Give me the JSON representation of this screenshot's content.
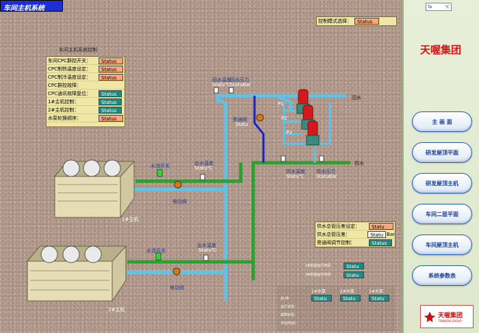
{
  "app": {
    "title": "车间主机系统"
  },
  "mode": {
    "label": "控制模式选择：",
    "value": "Status"
  },
  "control_panel": {
    "title": "车间主机系统控制",
    "rows": [
      {
        "label": "车间CPC群控开关：",
        "value": "Status",
        "style": "orange"
      },
      {
        "label": "CPC制热温度设定：",
        "value": "Status",
        "style": "orange"
      },
      {
        "label": "CPC制冷温度设定：",
        "value": "Status",
        "style": "orange"
      },
      {
        "label": "CPC群控故障：",
        "value": "",
        "style": "none"
      },
      {
        "label": "CPC通讯故障复位：",
        "value": "Status",
        "style": "teal"
      },
      {
        "label": "1#主机控制：",
        "value": "Status",
        "style": "teal"
      },
      {
        "label": "2#主机控制：",
        "value": "Status",
        "style": "teal"
      },
      {
        "label": "水泵轮换顺序：",
        "value": "Status",
        "style": "orange"
      }
    ]
  },
  "pipe_labels": {
    "return_temp": "回水温度",
    "return_pressure": "回水压力",
    "bypass_valve": "旁通阀",
    "return_water": "回水",
    "supply_water": "供水",
    "supply_temp": "供水温度",
    "supply_pressure": "供水压力",
    "flow_switch_1": "水流开关",
    "outlet_temp_1": "出水温度",
    "flow_switch_2": "水流开关",
    "outlet_temp_2": "出水温度",
    "motor_valve_1": "电动阀",
    "motor_valve_2": "电动阀",
    "pump1": "P1",
    "pump2": "P2",
    "pump3": "P3",
    "chiller1": "1#主机",
    "chiller2": "2#主机"
  },
  "readouts": {
    "return_temp": "Statu",
    "return_temp_unit": "℃",
    "return_pressure": "Statu",
    "return_pressure_unit": "Bar",
    "bypass": "Statu",
    "supply_temp": "Statu",
    "supply_temp_unit": "℃",
    "supply_pressure": "Statu",
    "supply_pressure_unit": "Bar",
    "outlet1": "Statu",
    "outlet1_unit": "℃",
    "outlet2": "Statu",
    "outlet2_unit": "℃"
  },
  "pressure_panel": {
    "rows": [
      {
        "label": "供水总管压差设定：",
        "value": "Statu",
        "unit": "",
        "style": "orange"
      },
      {
        "label": "供水总管压差：",
        "value": "Statu",
        "unit": "Bar",
        "style": "white"
      },
      {
        "label": "旁通阀调节控制：",
        "value": "Status",
        "unit": "",
        "style": "teal"
      }
    ]
  },
  "runtime": {
    "rows": [
      {
        "label": "1#机组运行时间",
        "value": "Statu"
      },
      {
        "label": "2#机组运行时间",
        "value": "Statu"
      }
    ]
  },
  "pump_panel": {
    "headers": [
      "1#水泵",
      "2#水泵",
      "3#水泵"
    ],
    "row_labels": [
      "启 停：",
      "运行状态：",
      "故障状态：",
      "手动/自动："
    ],
    "values": [
      "Statu",
      "Statu",
      "Statu"
    ]
  },
  "sidebar": {
    "temp_display": {
      "value": "Te",
      "unit": "℃"
    },
    "brand": "天喔集团",
    "nav": [
      "主 画 面",
      "研发屋顶平面",
      "研发屋顶主机",
      "车间二层平面",
      "车间屋顶主机",
      "系统参数表"
    ],
    "logo_cn": "天喔集团",
    "logo_en": "TENWOW GROUP"
  },
  "colors": {
    "pipe_light_blue": "#5ec3e8",
    "pipe_green": "#2fa02f",
    "pipe_dark_blue": "#1622c8",
    "pump_red": "#d21a1a",
    "title_bar": "#1c2fd6"
  }
}
